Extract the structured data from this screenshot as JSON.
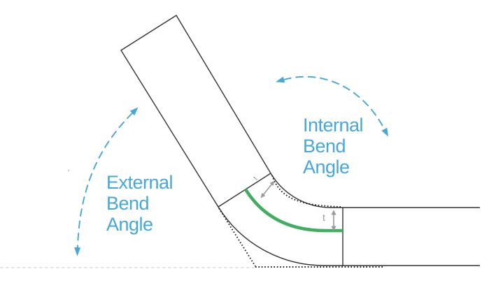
{
  "diagram": {
    "external_angle_label": {
      "lines": [
        "External",
        "Bend",
        "Angle"
      ]
    },
    "internal_angle_label": {
      "lines": [
        "Internal",
        "Bend",
        "Angle"
      ]
    },
    "thickness_label": "t"
  },
  "colors": {
    "accent_blue": "#47a7d9",
    "neutral_axis_green": "#3fae60",
    "line_dark": "#333333",
    "dotted_dark": "#1d1d1d",
    "annotation_gray": "#9a9a9a",
    "baseline_gray": "#c9c9c9",
    "background": "#ffffff"
  },
  "icons": {
    "external_bend_angle_arrow": "dashed-curved-double-headed-arrow",
    "internal_bend_angle_arrow": "dashed-curved-double-headed-arrow",
    "thickness_arrow_right": "vertical-double-headed-arrow",
    "thickness_arrow_bend": "diagonal-double-headed-arrow"
  }
}
